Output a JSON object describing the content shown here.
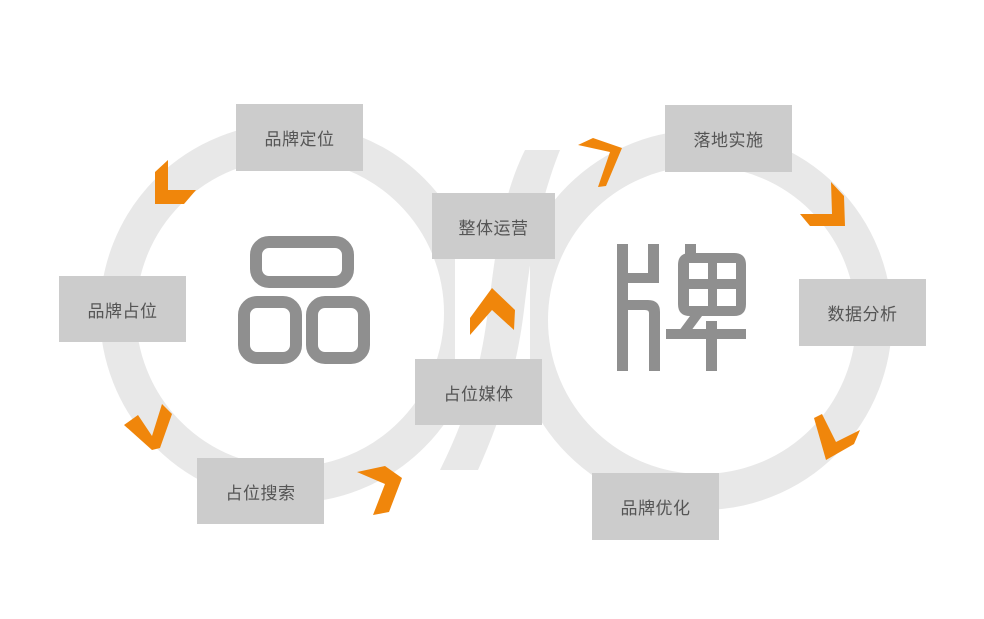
{
  "diagram": {
    "type": "infinity-loop-process",
    "colors": {
      "ring": "#e8e8e8",
      "box_fill": "#cccccc",
      "box_text": "#555555",
      "chevron": "#f0860b",
      "glyph": "#8f8f8f",
      "background": "#ffffff"
    },
    "center_glyphs": {
      "left": "品",
      "right": "牌"
    },
    "steps": [
      {
        "id": "brand-positioning",
        "label": "品牌定位"
      },
      {
        "id": "brand-occupation",
        "label": "品牌占位"
      },
      {
        "id": "search-occupation",
        "label": "占位搜索"
      },
      {
        "id": "media-occupation",
        "label": "占位媒体"
      },
      {
        "id": "overall-operation",
        "label": "整体运营"
      },
      {
        "id": "implementation",
        "label": "落地实施"
      },
      {
        "id": "data-analysis",
        "label": "数据分析"
      },
      {
        "id": "brand-optimization",
        "label": "品牌优化"
      }
    ]
  }
}
